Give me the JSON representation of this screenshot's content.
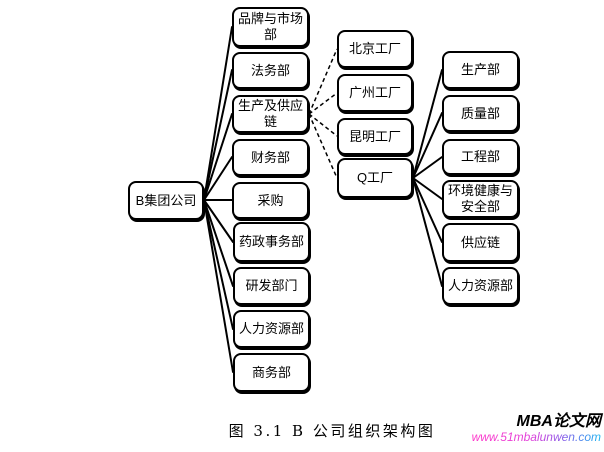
{
  "org_chart": {
    "root": {
      "label": "B集团公司"
    },
    "departments": [
      {
        "label": "品牌与市场部"
      },
      {
        "label": "法务部"
      },
      {
        "label": "生产及供应链"
      },
      {
        "label": "财务部"
      },
      {
        "label": "采购"
      },
      {
        "label": "药政事务部"
      },
      {
        "label": "研发部门"
      },
      {
        "label": "人力资源部"
      },
      {
        "label": "商务部"
      }
    ],
    "factories": [
      {
        "label": "北京工厂"
      },
      {
        "label": "广州工厂"
      },
      {
        "label": "昆明工厂"
      },
      {
        "label": "Q工厂"
      }
    ],
    "q_factory_departments": [
      {
        "label": "生产部"
      },
      {
        "label": "质量部"
      },
      {
        "label": "工程部"
      },
      {
        "label": "环境健康与安全部"
      },
      {
        "label": "供应链"
      },
      {
        "label": "人力资源部"
      }
    ],
    "edge_styles": {
      "root_to_departments": "solid",
      "supply_chain_to_factories": "dashed",
      "q_factory_to_departments": "solid"
    },
    "colors": {
      "box_border": "#000000",
      "box_fill": "#ffffff",
      "line": "#000000",
      "text": "#000000"
    }
  },
  "figure": {
    "caption": "图 3.1 B 公司组织架构图"
  },
  "watermark": {
    "site_name": "MBA论文网",
    "site_url": "www.51mbalunwen.com",
    "url_gradient_start": "#ff37c9",
    "url_gradient_end": "#18b5f1"
  }
}
